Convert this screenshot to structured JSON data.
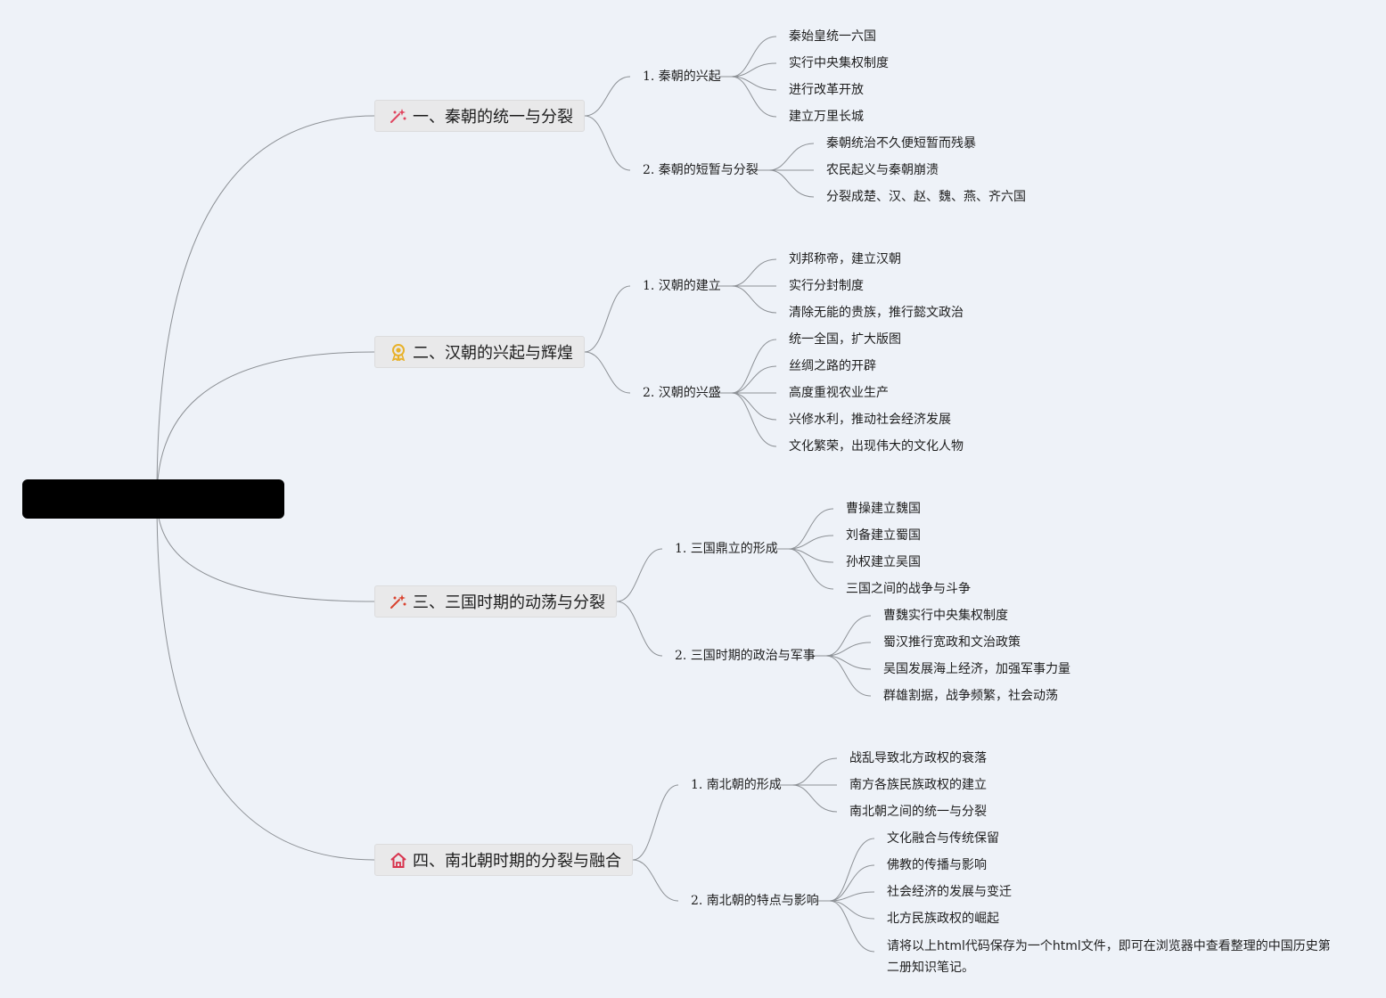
{
  "branches": [
    {
      "title": "一、秦朝的统一与分裂",
      "icon": "magic-wand-icon",
      "icon_color": "#e0455f",
      "subs": [
        {
          "title": "1. 秦朝的兴起",
          "leaves": [
            "秦始皇统一六国",
            "实行中央集权制度",
            "进行改革开放",
            "建立万里长城"
          ]
        },
        {
          "title": "2. 秦朝的短暂与分裂",
          "leaves": [
            "秦朝统治不久便短暂而残暴",
            "农民起义与秦朝崩溃",
            "分裂成楚、汉、赵、魏、燕、齐六国"
          ]
        }
      ]
    },
    {
      "title": "二、汉朝的兴起与辉煌",
      "icon": "award-medal-icon",
      "icon_color": "#e8b12a",
      "subs": [
        {
          "title": "1. 汉朝的建立",
          "leaves": [
            "刘邦称帝，建立汉朝",
            "实行分封制度",
            "清除无能的贵族，推行懿文政治"
          ]
        },
        {
          "title": "2. 汉朝的兴盛",
          "leaves": [
            "统一全国，扩大版图",
            "丝绸之路的开辟",
            "高度重视农业生产",
            "兴修水利，推动社会经济发展",
            "文化繁荣，出现伟大的文化人物"
          ]
        }
      ]
    },
    {
      "title": "三、三国时期的动荡与分裂",
      "icon": "magic-wand-icon",
      "icon_color": "#d9432f",
      "subs": [
        {
          "title": "1. 三国鼎立的形成",
          "leaves": [
            "曹操建立魏国",
            "刘备建立蜀国",
            "孙权建立吴国",
            "三国之间的战争与斗争"
          ]
        },
        {
          "title": "2. 三国时期的政治与军事",
          "leaves": [
            "曹魏实行中央集权制度",
            "蜀汉推行宽政和文治政策",
            "吴国发展海上经济，加强军事力量",
            "群雄割据，战争频繁，社会动荡"
          ]
        }
      ]
    },
    {
      "title": "四、南北朝时期的分裂与融合",
      "icon": "home-icon",
      "icon_color": "#d8344e",
      "subs": [
        {
          "title": "1. 南北朝的形成",
          "leaves": [
            "战乱导致北方政权的衰落",
            "南方各族民族政权的建立",
            "南北朝之间的统一与分裂"
          ]
        },
        {
          "title": "2. 南北朝的特点与影响",
          "leaves": [
            "文化融合与传统保留",
            "佛教的传播与影响",
            "社会经济的发展与变迁",
            "北方民族政权的崛起",
            "请将以上html代码保存为一个html文件，即可在浏览器中查看整理的中国历史第二册知识笔记。"
          ]
        }
      ]
    }
  ]
}
